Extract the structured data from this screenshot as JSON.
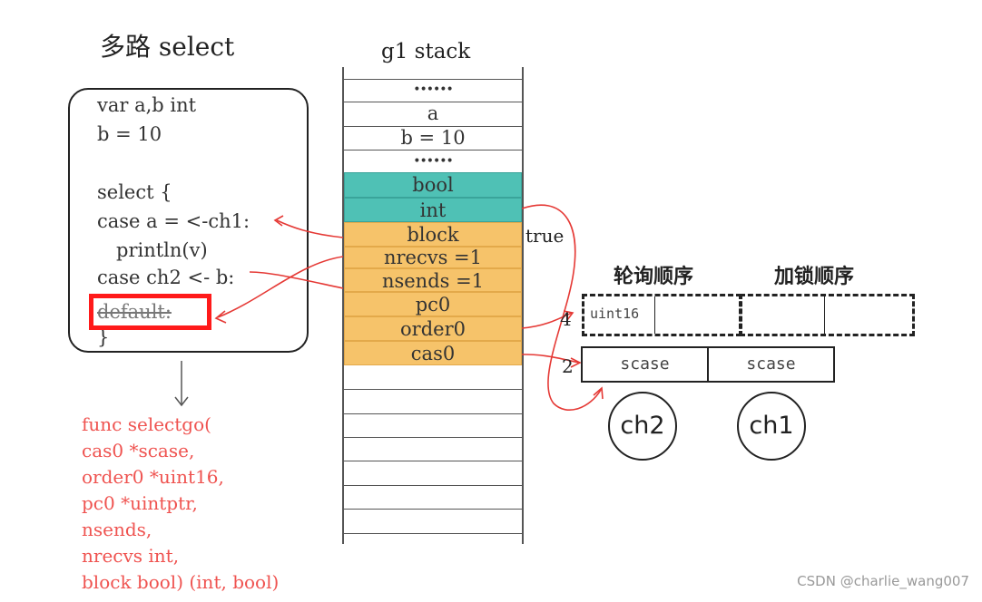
{
  "title": "多路 select",
  "code_lines": [
    "var a,b int",
    "b = 10",
    "select {",
    "case a = <-ch1:",
    "  println(v)",
    "case ch2 <- b:",
    "default:",
    "}"
  ],
  "func_lines": [
    "func selectgo(",
    "cas0 *scase,",
    "order0 *uint16,",
    "pc0 *uintptr,",
    "nsends,",
    "nrecvs int,",
    "block bool) (int, bool)"
  ],
  "stack": {
    "title": "g1 stack",
    "cells": [
      "••••••",
      "a",
      "b = 10",
      "••••••",
      "bool",
      "int",
      "block",
      "nrecvs =1",
      "nsends =1",
      "pc0",
      "order0",
      "cas0"
    ]
  },
  "true_label": "true",
  "poll_order_label": "轮询顺序",
  "lock_order_label": "加锁顺序",
  "order_array": {
    "cell_text": "uint16",
    "size": "4"
  },
  "scase_array": {
    "cells": [
      "scase",
      "scase"
    ],
    "size": "2"
  },
  "channels": [
    "ch2",
    "ch1"
  ],
  "watermark": "CSDN @charlie_wang007",
  "colors": {
    "teal": "#4fc1b5",
    "orange": "#f6c36a",
    "red": "#ff1a1a",
    "func_red": "#ef5350"
  }
}
